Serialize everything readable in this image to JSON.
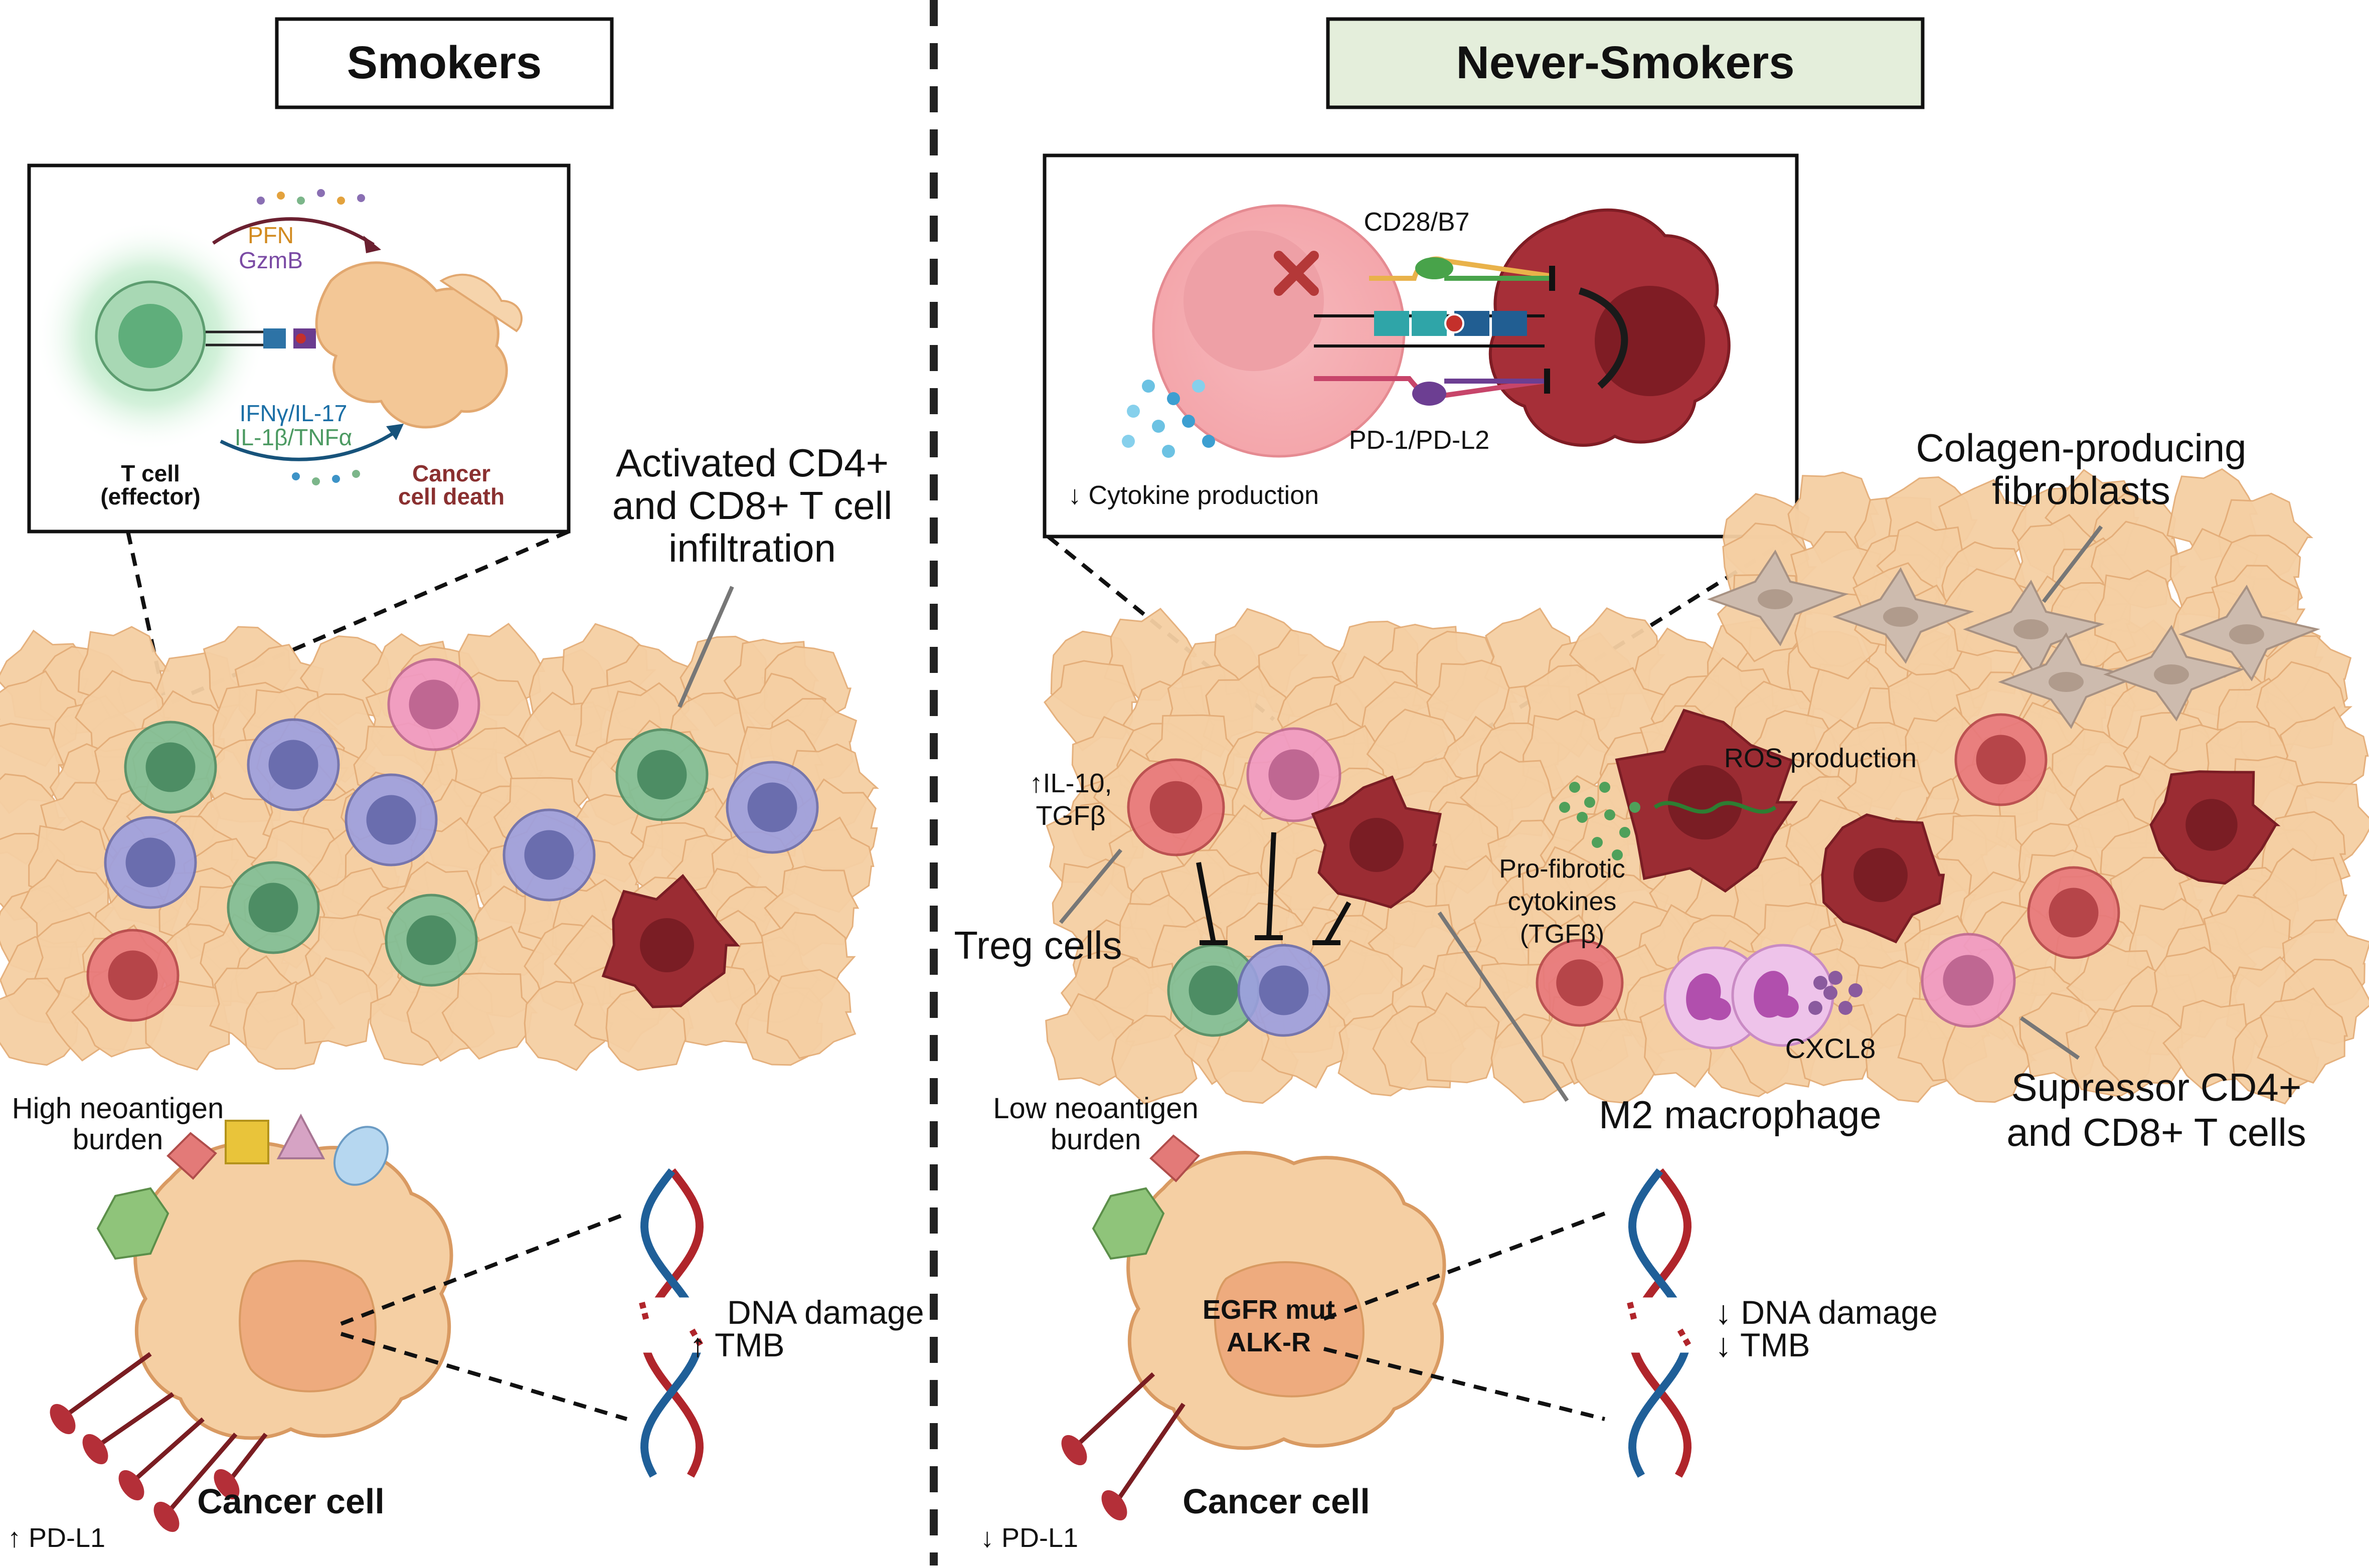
{
  "smokers": {
    "title": "Smokers",
    "inset": {
      "pfn": "PFN",
      "gzmb": "GzmB",
      "ifn": "IFNγ/IL-17",
      "il1": "IL-1β/TNFα",
      "tcell_1": "T cell",
      "tcell_2": "(effector)",
      "death_1": "Cancer",
      "death_2": "cell death"
    },
    "activated_1": "Activated CD4+",
    "activated_2": "and CD8+ T cell",
    "activated_3": "infiltration",
    "neo_1": "High neoantigen",
    "neo_2": "burden",
    "cancer_cell": "Cancer cell",
    "pdl1": "↑ PD-L1",
    "dna_damage": "DNA damage",
    "tmb": "↑ TMB"
  },
  "never_smokers": {
    "title": "Never-Smokers",
    "inset": {
      "cd28": "CD28/B7",
      "pd1": "PD-1/PD-L2",
      "cytokine": "↓ Cytokine production"
    },
    "colagen_1": "Colagen-producing",
    "colagen_2": "fibroblasts",
    "il10_1": "↑IL-10,",
    "il10_2": "TGFβ",
    "ros": "ROS production",
    "profib_1": "Pro-fibrotic",
    "profib_2": "cytokines",
    "profib_3": "(TGFβ)",
    "treg": "Treg cells",
    "cxcl8": "CXCL8",
    "m2": "M2 macrophage",
    "supp_1": "Supressor CD4+",
    "supp_2": "and CD8+ T cells",
    "neo_1": "Low neoantigen",
    "neo_2": "burden",
    "egfr": "EGFR mut",
    "alk": "ALK-R",
    "cancer_cell": "Cancer cell",
    "pdl1": "↓ PD-L1",
    "dna_damage": "↓ DNA damage",
    "tmb": "↓ TMB"
  },
  "colors": {
    "tissue": "#f5cfa3",
    "tissue_edge": "#e4ad78",
    "green_cell": "#7fbf96",
    "blue_cell": "#9c9fe0",
    "red_cell": "#e8777b",
    "pink_cell": "#f199c4",
    "macrophage": "#9b2c33",
    "fibroblast": "#cdbbae",
    "dna_red": "#b0252b",
    "dna_blue": "#1f5f98",
    "header_green": "#e4eedb"
  }
}
